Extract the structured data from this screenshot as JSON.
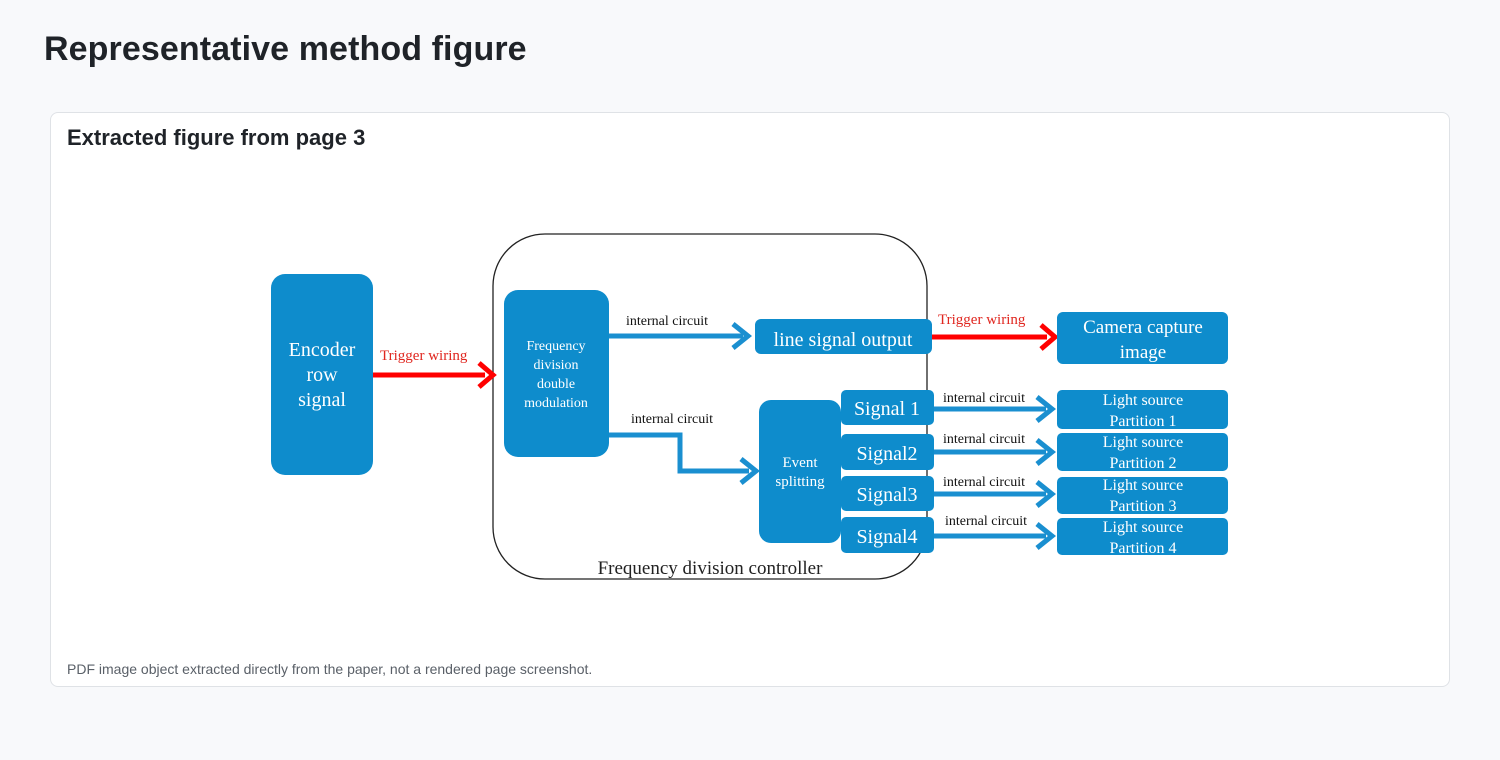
{
  "page": {
    "title": "Representative method figure"
  },
  "card": {
    "title": "Extracted figure from page 3",
    "caption": "PDF image object extracted directly from the paper, not a rendered page screenshot."
  },
  "diagram": {
    "encoder": [
      "Encoder",
      "row",
      "signal"
    ],
    "freq_div": [
      "Frequency",
      "division",
      "double",
      "modulation"
    ],
    "line_output": "line signal output",
    "camera": [
      "Camera capture",
      "image"
    ],
    "event": [
      "Event",
      "splitting"
    ],
    "signals": [
      "Signal 1",
      "Signal2",
      "Signal3",
      "Signal4"
    ],
    "light_sources": [
      [
        "Light source",
        "Partition 1"
      ],
      [
        "Light source",
        "Partition 2"
      ],
      [
        "Light source",
        "Partition 3"
      ],
      [
        "Light source",
        "Partition 4"
      ]
    ],
    "trigger_label": "Trigger wiring",
    "internal_label": "internal circuit",
    "controller_label": "Frequency division controller",
    "colors": {
      "box": "#0e8ccc",
      "trigger_arrow": "#ff0000",
      "internal_arrow": "#1a8fd0"
    }
  }
}
